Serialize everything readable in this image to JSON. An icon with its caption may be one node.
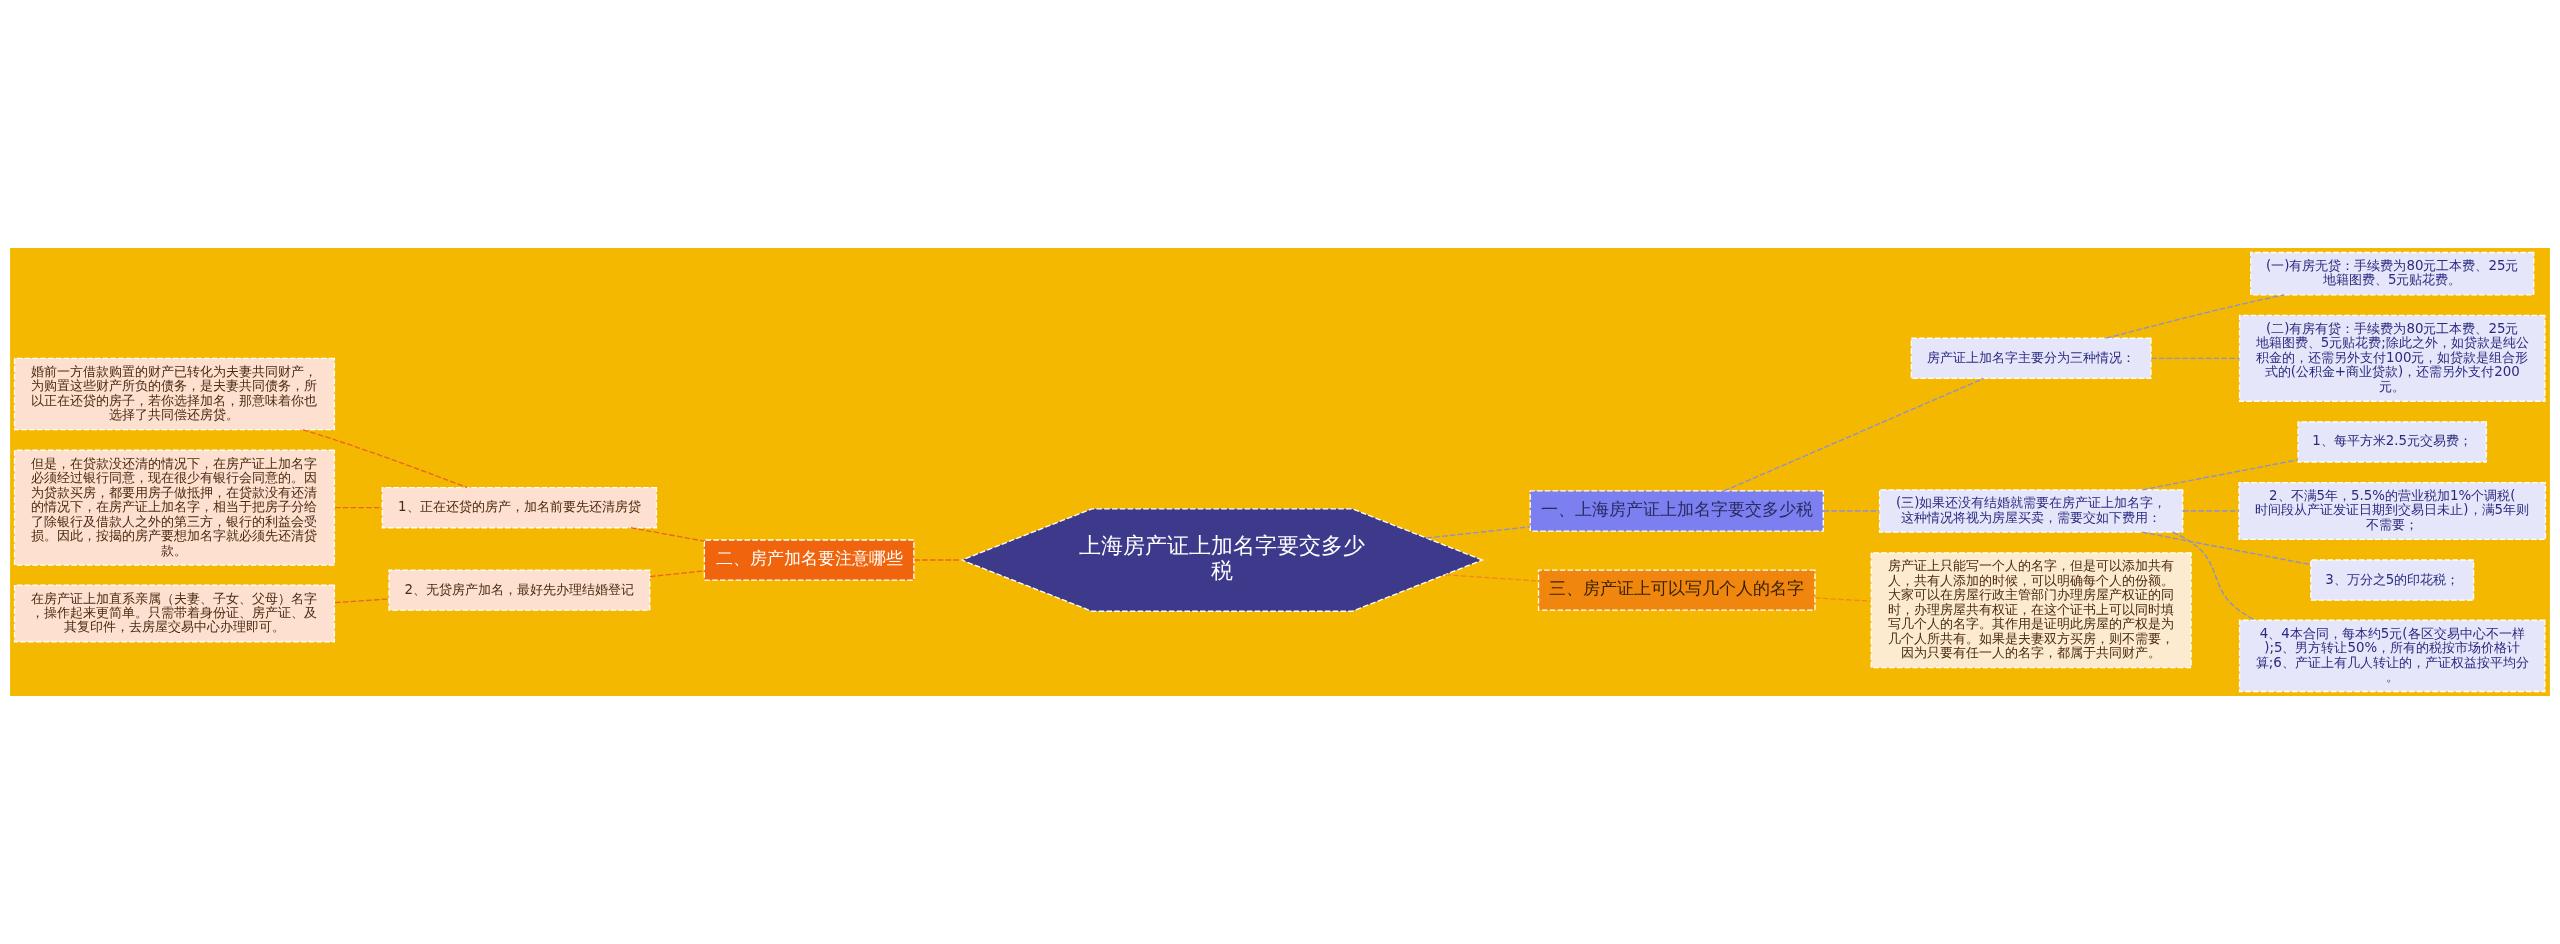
{
  "diagram": {
    "nodes": [
      {
        "text": [
          "上海房产证上加名字要交多少税"
        ]
      },
      {
        "text": [
          "一、上海房产证上加名字要交多少税"
        ]
      },
      {
        "text": [
          "房产证上加名字主要分为三种情况："
        ]
      },
      {
        "text": [
          "(一)有房无贷：手续费为80元工本费、25元地籍图费、5元贴花费。"
        ]
      },
      {
        "text": [
          "(二)有房有贷：手续费为80元工本费、25元地籍图费、5元贴花费;除此之外，如贷款是纯公积金的，还需另外支付100元，如贷款是组合形式的(公积金+商业贷款)，还需另外支付200元。"
        ]
      },
      {
        "text": [
          "(三)如果还没有结婚就需要在房产证上加名字，这种情况将视为房屋买卖，需要交如下费用："
        ]
      },
      {
        "text": [
          "1、每平方米2.5元交易费；"
        ]
      },
      {
        "text": [
          "2、不满5年，5.5%的营业税加1%个调税(时间段从产证发证日期到交易日未止)，满5年则不需要；"
        ]
      },
      {
        "text": [
          "3、万分之5的印花税；"
        ]
      },
      {
        "text": [
          "4、4本合同，每本约5元(各区交易中心不一样);5、男方转让50%，所有的税按市场价格计算;6、产证上有几人转让的，产证权益按平均分。"
        ]
      },
      {
        "text": [
          "三、房产证上可以写几个人的名字"
        ]
      },
      {
        "text": [
          "房产证上只能写一个人的名字，但是可以添加共有人，共有人添加的时候，可以明确每个人的份额。大家可以在房屋行政主管部门办理房屋产权证的同时，办理房屋共有权证，在这个证书上可以同时填写几个人的名字。其作用是证明此房屋的产权是为几个人所共有。如果是夫妻双方买房，则不需要，因为只要有任一人的名字，都属于共同财产。"
        ]
      },
      {
        "text": [
          "二、房产加名要注意哪些"
        ]
      },
      {
        "text": [
          "1、正在还贷的房产，加名前要先还清房贷"
        ]
      },
      {
        "text": [
          "婚前一方借款购置的财产已转化为夫妻共同财产，为购置这些财产所负的债务，是夫妻共同债务，所以正在还贷的房子，若你选择加名，那意味着你也选择了共同偿还房贷。"
        ]
      },
      {
        "text": [
          "但是，在贷款没还清的情况下，在房产证上加名字必须经过银行同意，现在很少有银行会同意的。因为贷款买房，都要用房子做抵押，在贷款没有还清的情况下，在房产证上加名字，相当于把房子分给了除银行及借款人之外的第三方，银行的利益会受损。因此，按揭的房产要想加名字就必须先还清贷款。"
        ]
      },
      {
        "text": [
          "2、无贷房产加名，最好先办理结婚登记"
        ]
      },
      {
        "text": [
          "在房产证上加直系亲属（夫妻、子女、父母）名字，操作起来更简单。只需带着身份证、房产证、及其复印件，去房屋交易中心办理即可。"
        ]
      }
    ],
    "edges": [
      {
        "from": 0,
        "to": 1,
        "arrow": "none",
        "style": "dashed"
      },
      {
        "from": 1,
        "to": 2,
        "arrow": "none",
        "style": "dashed"
      },
      {
        "from": 2,
        "to": 3,
        "arrow": "none",
        "style": "dashed"
      },
      {
        "from": 2,
        "to": 4,
        "arrow": "none",
        "style": "dashed"
      },
      {
        "from": 1,
        "to": 5,
        "arrow": "none",
        "style": "dashed"
      },
      {
        "from": 5,
        "to": 6,
        "arrow": "none",
        "style": "dashed"
      },
      {
        "from": 5,
        "to": 7,
        "arrow": "none",
        "style": "dashed"
      },
      {
        "from": 5,
        "to": 8,
        "arrow": "none",
        "style": "dashed"
      },
      {
        "from": 5,
        "to": 9,
        "arrow": "none",
        "style": "dashed"
      },
      {
        "from": 0,
        "to": 10,
        "arrow": "none",
        "style": "dashed",
        "color": "#f08a1c"
      },
      {
        "from": 10,
        "to": 11,
        "arrow": "none",
        "style": "dashed",
        "color": "#f08a1c"
      },
      {
        "from": 0,
        "to": 12,
        "arrow": "none",
        "style": "dashed",
        "color": "#e8642a"
      },
      {
        "from": 12,
        "to": 13,
        "arrow": "none",
        "style": "dashed",
        "color": "#e8642a"
      },
      {
        "from": 13,
        "to": 14,
        "arrow": "none",
        "style": "dashed",
        "color": "#e8642a"
      },
      {
        "from": 13,
        "to": 15,
        "arrow": "none",
        "style": "dashed",
        "color": "#e8642a"
      },
      {
        "from": 12,
        "to": 16,
        "arrow": "none",
        "style": "dashed",
        "color": "#e8642a"
      },
      {
        "from": 16,
        "to": 17,
        "arrow": "none",
        "style": "dashed",
        "color": "#e8642a"
      }
    ]
  }
}
